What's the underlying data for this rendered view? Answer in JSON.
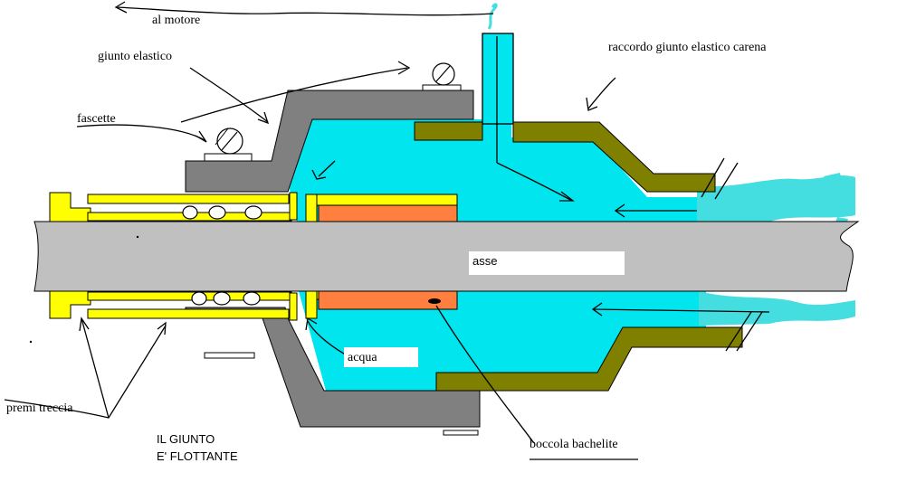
{
  "labels": {
    "motor": "al motore",
    "elastic_joint": "giunto elastico",
    "hull_fitting": "raccordo giunto elastico carena",
    "clamps": "fascette",
    "shaft": "asse",
    "water": "acqua",
    "gland_nut": "premi treccia",
    "floating_line1": "IL GIUNTO",
    "floating_line2": "E' FLOTTANTE",
    "bushing": "boccola bachelite"
  },
  "colors": {
    "water": "#00e5ee",
    "rubber_joint": "#808080",
    "hull_fitting": "#808000",
    "packing_nut": "#ffff00",
    "bushing": "#ff7f3f",
    "shaft": "#c0c0c0",
    "splash": "#44dde0"
  }
}
